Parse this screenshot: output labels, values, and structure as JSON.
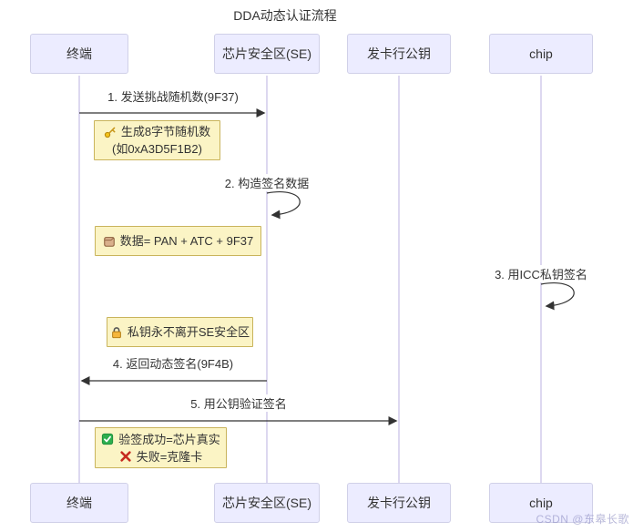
{
  "title": "DDA动态认证流程",
  "actors": [
    {
      "label": "终端"
    },
    {
      "label": "芯片安全区(SE)"
    },
    {
      "label": "发卡行公钥"
    },
    {
      "label": "chip"
    }
  ],
  "messages": [
    {
      "label": "1. 发送挑战随机数(9F37)",
      "from": "终端",
      "to": "芯片安全区(SE)",
      "type": "arrow"
    },
    {
      "label": "2. 构造签名数据",
      "from": "芯片安全区(SE)",
      "to": "芯片安全区(SE)",
      "type": "self-loop"
    },
    {
      "label": "3. 用ICC私钥签名",
      "from": "chip",
      "to": "chip",
      "type": "self-loop"
    },
    {
      "label": "4. 返回动态签名(9F4B)",
      "from": "芯片安全区(SE)",
      "to": "终端",
      "type": "arrow"
    },
    {
      "label": "5. 用公钥验证签名",
      "from": "终端",
      "to": "发卡行公钥",
      "type": "arrow"
    }
  ],
  "notes": [
    {
      "icon": "key-icon",
      "line1": "生成8字节随机数",
      "line2": "(如0xA3D5F1B2)"
    },
    {
      "icon": "package-icon",
      "line1": "数据= PAN + ATC + 9F37"
    },
    {
      "icon": "lock-icon",
      "line1": "私钥永不离开SE安全区"
    },
    {
      "icon1": "check-icon",
      "line1": "验签成功=芯片真实",
      "icon2": "cross-icon",
      "line2": "失败=克隆卡"
    }
  ],
  "watermark": "CSDN @东皋长歌",
  "colors": {
    "actor_fill": "#ececff",
    "actor_border": "#d0d0e8",
    "note_fill": "#fbf4c5",
    "note_border": "#c9b45c",
    "lifeline": "#d2ccec",
    "arrow": "#333333",
    "background": "#ffffff"
  }
}
